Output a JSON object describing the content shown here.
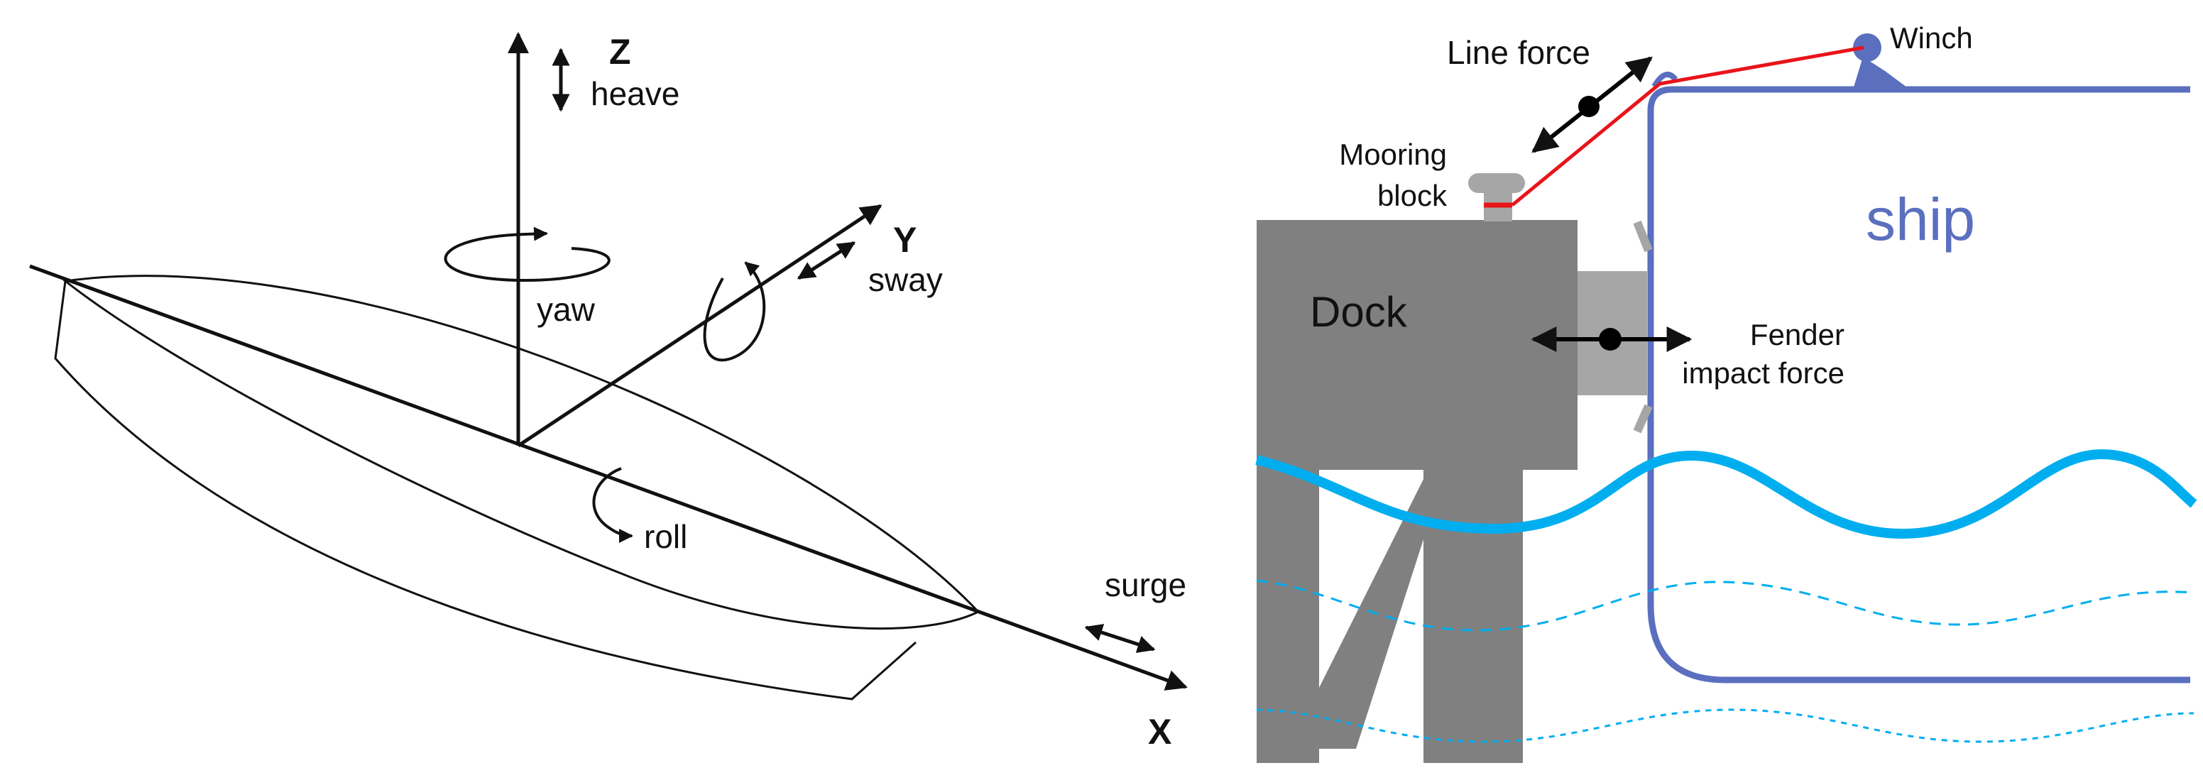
{
  "left_panel": {
    "labels": {
      "z_axis": "Z",
      "heave": "heave",
      "yaw": "yaw",
      "y_axis": "Y",
      "sway": "sway",
      "roll": "roll",
      "surge": "surge",
      "x_axis": "X"
    }
  },
  "right_panel": {
    "labels": {
      "line_force": "Line force",
      "winch": "Winch",
      "mooring_block_line1": "Mooring",
      "mooring_block_line2": "block",
      "ship": "ship",
      "dock": "Dock",
      "fender_line1": "Fender",
      "fender_line2": "impact force"
    },
    "colors": {
      "dock": "#808080",
      "ship": "#5b6fbf",
      "mooring_line": "#e8141a",
      "water": "#00aeef",
      "fender": "#a6a6a6",
      "force_arrow": "#000000"
    }
  }
}
